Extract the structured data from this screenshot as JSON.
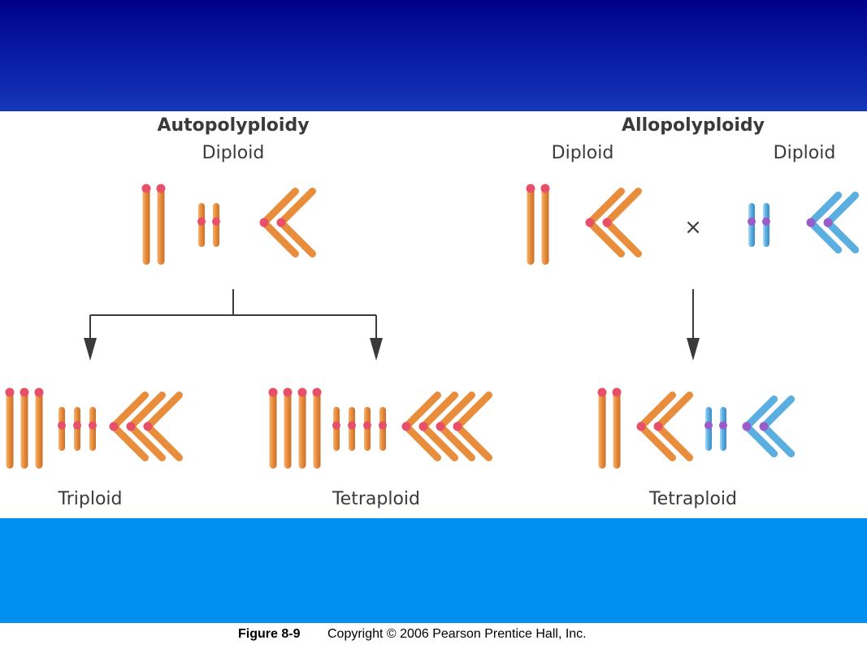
{
  "autopolyploidy": {
    "heading": "Autopolyploidy",
    "parent_label": "Diploid",
    "offspring": [
      {
        "label": "Triploid"
      },
      {
        "label": "Tetraploid"
      }
    ]
  },
  "allopolyploidy": {
    "heading": "Allopolyploidy",
    "parent1_label": "Diploid",
    "parent2_label": "Diploid",
    "cross_symbol": "×",
    "offspring_label": "Tetraploid"
  },
  "caption": {
    "figure": "Figure 8-9",
    "copyright": "Copyright © 2006 Pearson Prentice Hall, Inc."
  },
  "colors": {
    "top_band": "#0a1ea6",
    "bottom_band": "#008ef0",
    "orange_chromosome": "#e88d3c",
    "blue_chromosome": "#5aaee0",
    "orange_centromere": "#e8506a",
    "blue_centromere": "#9a5cc8",
    "arrow": "#3a3a3a"
  }
}
